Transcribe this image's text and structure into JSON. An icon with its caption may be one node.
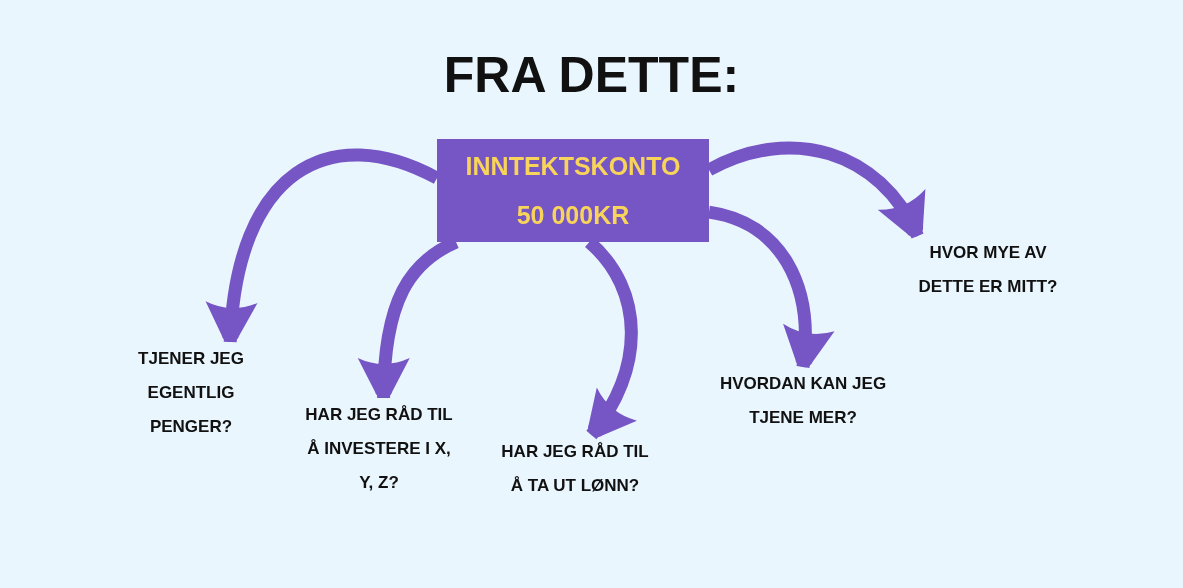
{
  "diagram": {
    "title": "FRA DETTE:",
    "nodes": [
      {
        "text": [
          "INNTEKTSKONTO 50 000KR"
        ]
      },
      {
        "text": [
          "TJENER JEG EGENTLIG PENGER?"
        ]
      },
      {
        "text": [
          "HAR JEG RÅD TIL Å INVESTERE I X, Y, Z?"
        ]
      },
      {
        "text": [
          "HAR JEG RÅD TIL Å TA UT LØNN?"
        ]
      },
      {
        "text": [
          "HVORDAN KAN JEG TJENE MER?"
        ]
      },
      {
        "text": [
          "HVOR MYE AV DETTE ER MITT?"
        ]
      }
    ],
    "edges": [
      {
        "from": 0,
        "to": 1,
        "arrow": "to"
      },
      {
        "from": 0,
        "to": 2,
        "arrow": "to"
      },
      {
        "from": 0,
        "to": 3,
        "arrow": "to"
      },
      {
        "from": 0,
        "to": 4,
        "arrow": "to"
      },
      {
        "from": 0,
        "to": 5,
        "arrow": "to"
      }
    ]
  }
}
